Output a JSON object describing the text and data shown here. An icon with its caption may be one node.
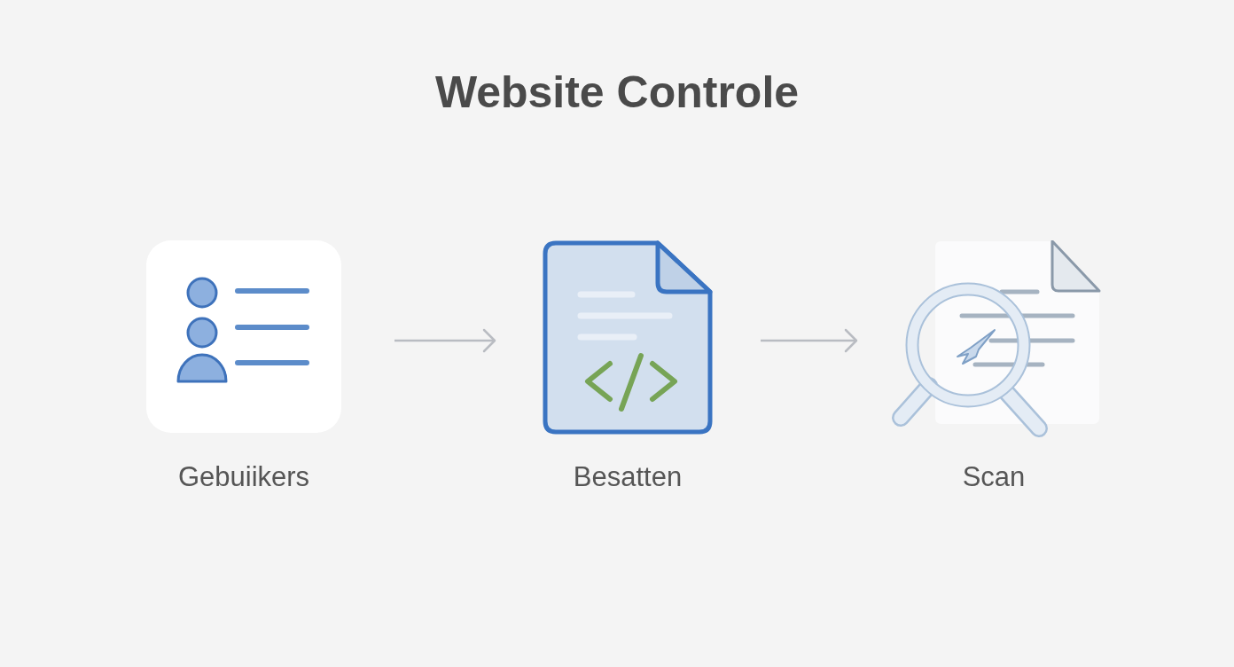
{
  "diagram": {
    "title": "Website Controle",
    "nodes": [
      {
        "text": [
          "Gebuiikers"
        ]
      },
      {
        "text": [
          "Besatten"
        ]
      },
      {
        "text": [
          "Scan"
        ]
      }
    ],
    "edges": [
      {
        "from": 0,
        "to": 1,
        "arrow": "to"
      },
      {
        "from": 1,
        "to": 2,
        "arrow": "to"
      }
    ]
  }
}
